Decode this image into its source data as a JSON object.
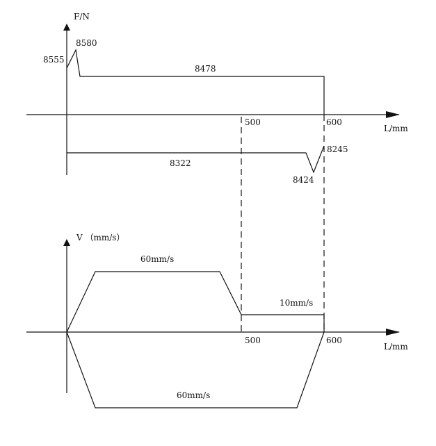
{
  "force_chart": {
    "y_axis_label": "F/N",
    "x_axis_label": "L/mm",
    "x_ticks": [
      "500",
      "600"
    ],
    "upper_values": {
      "start": "8555",
      "peak": "8580",
      "steady": "8478"
    },
    "lower_values": {
      "steady": "8322",
      "dip": "8424",
      "end": "8245"
    }
  },
  "velocity_chart": {
    "y_axis_label": "V （mm/s）",
    "x_axis_label": "L/mm",
    "x_ticks": [
      "500",
      "600"
    ],
    "upper_labels": {
      "fast": "60mm/s",
      "slow": "10mm/s"
    },
    "lower_labels": {
      "fast": "60mm/s"
    }
  },
  "colors": {
    "line": "#111111",
    "background": "#ffffff"
  }
}
